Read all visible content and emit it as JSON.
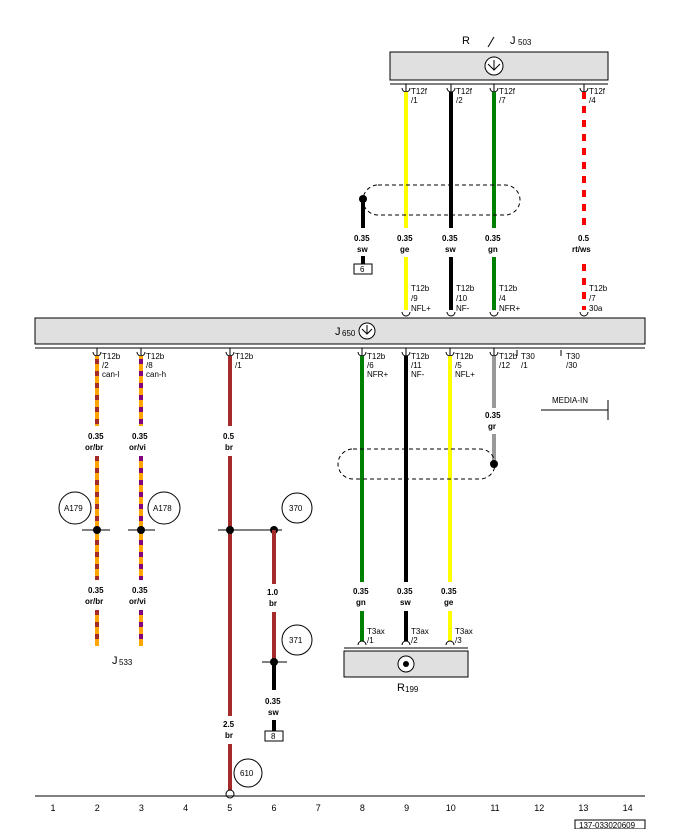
{
  "components": {
    "r_j503": {
      "name_r": "R",
      "name_j": "J",
      "sub_j": "503"
    },
    "j650": {
      "name": "J",
      "sub": "650"
    },
    "r199": {
      "name": "R",
      "sub": "199"
    },
    "j533": {
      "name": "J",
      "sub": "533"
    }
  },
  "top_pins": [
    {
      "conn": "T12f",
      "pin": "/1"
    },
    {
      "conn": "T12f",
      "pin": "/2"
    },
    {
      "conn": "T12f",
      "pin": "/7"
    },
    {
      "conn": "T12f",
      "pin": "/4"
    }
  ],
  "upper_wires": [
    {
      "size": "0.35",
      "color": "sw"
    },
    {
      "size": "0.35",
      "color": "ge"
    },
    {
      "size": "0.35",
      "color": "sw"
    },
    {
      "size": "0.35",
      "color": "gn"
    },
    {
      "size": "0.5",
      "color": "rt/ws"
    }
  ],
  "ground_box_6": "6",
  "j650_top_pins": [
    {
      "conn": "T12b",
      "pin": "/9",
      "sig": "NFL+"
    },
    {
      "conn": "T12b",
      "pin": "/10",
      "sig": "NF-"
    },
    {
      "conn": "T12b",
      "pin": "/4",
      "sig": "NFR+"
    },
    {
      "conn": "T12b",
      "pin": "/7",
      "sig": "30a"
    }
  ],
  "j650_bottom_pins": [
    {
      "conn": "T12b",
      "pin": "/2",
      "sig": "can-l"
    },
    {
      "conn": "T12b",
      "pin": "/8",
      "sig": "can-h"
    },
    {
      "conn": "T12b",
      "pin": "/1",
      "sig": ""
    },
    {
      "conn": "T12b",
      "pin": "/6",
      "sig": "NFR+"
    },
    {
      "conn": "T12b",
      "pin": "/11",
      "sig": "NF-"
    },
    {
      "conn": "T12b",
      "pin": "/5",
      "sig": "NFL+"
    },
    {
      "conn": "T12b",
      "pin": "/12",
      "sig": ""
    },
    {
      "conn": "T30",
      "pin": "/1",
      "sig": ""
    },
    {
      "conn": "T30",
      "pin": "/30",
      "sig": ""
    }
  ],
  "media_in": "MEDIA-IN",
  "lower_wires": [
    {
      "size": "0.35",
      "color": "or/br"
    },
    {
      "size": "0.35",
      "color": "or/vi"
    },
    {
      "size": "0.5",
      "color": "br"
    },
    {
      "size": "0.35",
      "color": "gr"
    },
    {
      "size": "0.35",
      "color": "or/br"
    },
    {
      "size": "0.35",
      "color": "or/vi"
    },
    {
      "size": "1.0",
      "color": "br"
    },
    {
      "size": "0.35",
      "color": "sw"
    },
    {
      "size": "2.5",
      "color": "br"
    },
    {
      "size": "0.35",
      "color": "gn"
    },
    {
      "size": "0.35",
      "color": "sw"
    },
    {
      "size": "0.35",
      "color": "ge"
    }
  ],
  "ground_box_8": "8",
  "refs": [
    "A179",
    "A178",
    "370",
    "371",
    "610"
  ],
  "r199_pins": [
    {
      "conn": "T3ax",
      "pin": "/1"
    },
    {
      "conn": "T3ax",
      "pin": "/2"
    },
    {
      "conn": "T3ax",
      "pin": "/3"
    }
  ],
  "ruler": [
    "1",
    "2",
    "3",
    "4",
    "5",
    "6",
    "7",
    "8",
    "9",
    "10",
    "11",
    "12",
    "13",
    "14"
  ],
  "drawing_id": "137-033020609",
  "colors": {
    "yellow": "#ffff00",
    "black": "#000000",
    "green": "#008000",
    "red": "#ff0000",
    "brown": "#a52a2a",
    "orange": "#ffa500",
    "violet": "#800080",
    "gray": "#999999",
    "box": "#e0e0e0"
  }
}
